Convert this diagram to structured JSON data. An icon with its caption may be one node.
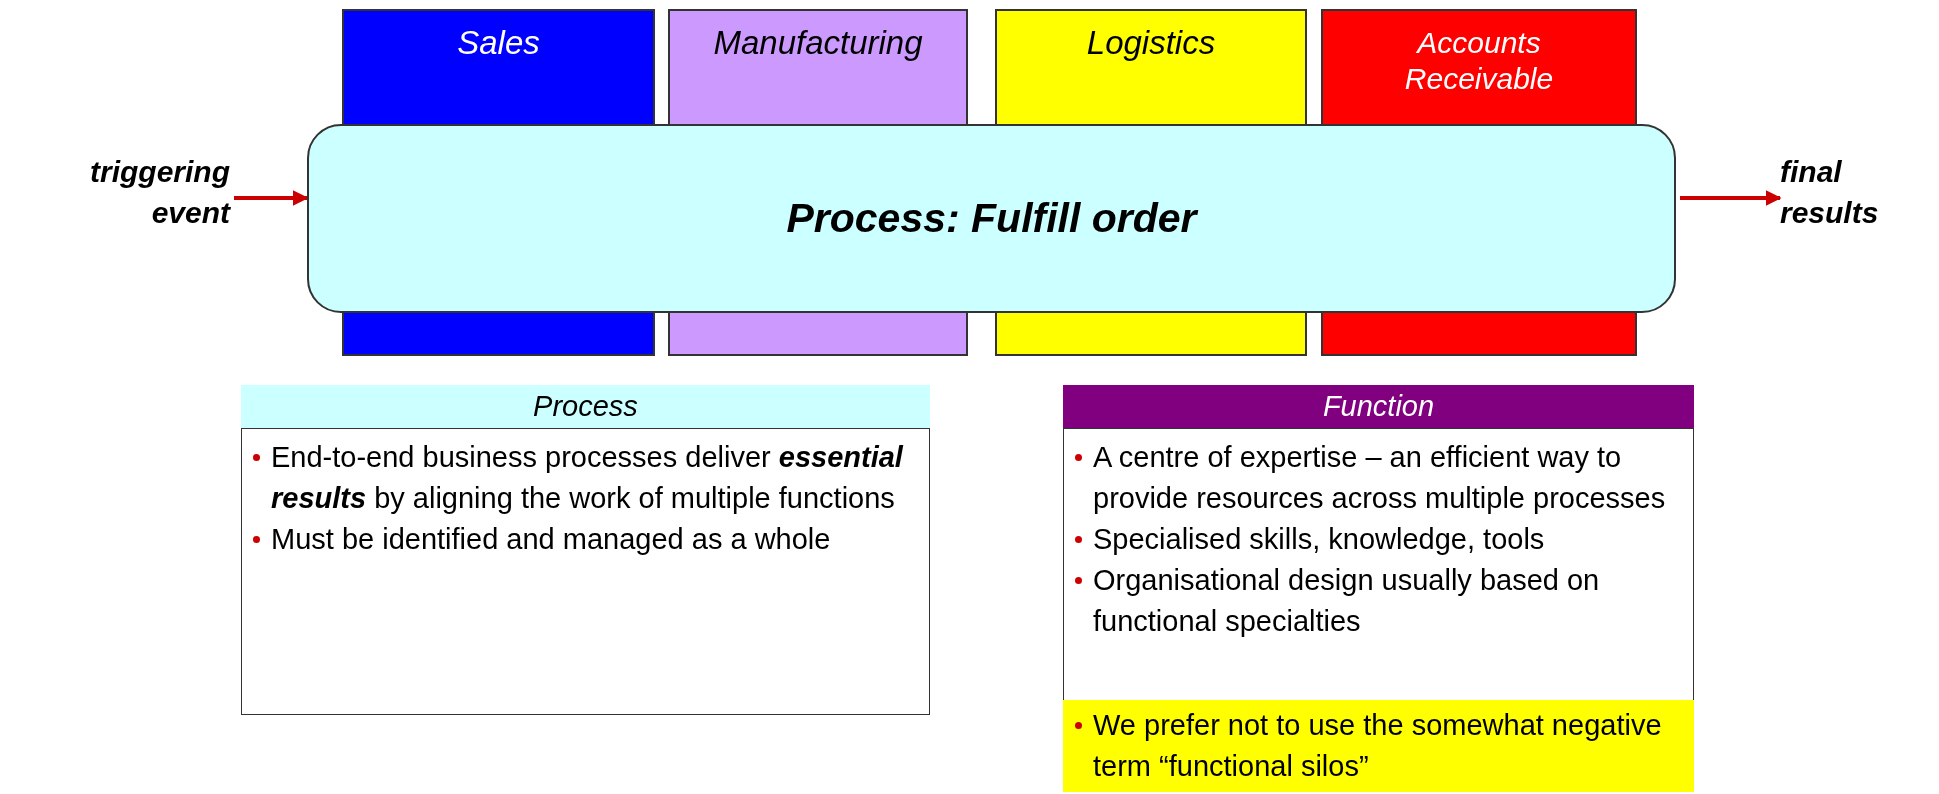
{
  "diagram": {
    "nodes": [
      {
        "text": [
          "Sales"
        ]
      },
      {
        "text": [
          "Manufacturing"
        ]
      },
      {
        "text": [
          "Logistics"
        ]
      },
      {
        "text": [
          "Accounts Receivable"
        ]
      },
      {
        "text": [
          "Process: Fulfill order"
        ]
      },
      {
        "text": [
          "triggering event"
        ]
      },
      {
        "text": [
          "final results"
        ]
      },
      {
        "text": [
          "Process",
          "End-to-end business processes deliver **essential results** by aligning the work of multiple functions",
          "Must be identified and managed as a whole"
        ]
      },
      {
        "text": [
          "Function",
          "A centre of expertise – an efficient way to provide resources across multiple processes",
          "Specialised skills, knowledge, tools",
          "Organisational design usually based on functional specialties"
        ]
      },
      {
        "text": [
          "We prefer not to use the somewhat negative term “functional silos”"
        ],
        "in": 8
      }
    ],
    "edges": [
      {
        "from": 5,
        "to": 4,
        "arrow": "to"
      },
      {
        "from": 4,
        "to": 6,
        "arrow": "to"
      }
    ]
  }
}
